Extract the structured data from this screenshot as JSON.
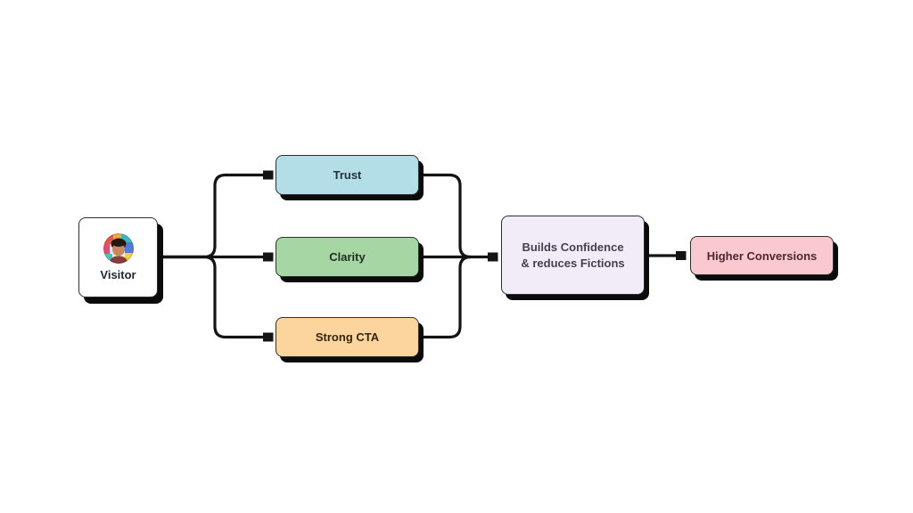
{
  "diagram": {
    "background_color": "#ffffff",
    "nodes": {
      "visitor": {
        "label": "Visitor",
        "fill": "#ffffff",
        "icon": "visitor-avatar-photo"
      },
      "trust": {
        "label": "Trust",
        "fill": "#b3dee8"
      },
      "clarity": {
        "label": "Clarity",
        "fill": "#a6d6a3"
      },
      "strong_cta": {
        "label": "Strong CTA",
        "fill": "#fbd49e"
      },
      "builds_confidence": {
        "label_line1": "Builds Confidence",
        "label_line2": "& reduces Fictions",
        "fill": "#f2ecf9"
      },
      "higher_conversions": {
        "label": "Higher Conversions",
        "fill": "#f9c9cf"
      }
    },
    "edges": [
      {
        "from": "visitor",
        "to": "trust"
      },
      {
        "from": "visitor",
        "to": "clarity"
      },
      {
        "from": "visitor",
        "to": "strong_cta"
      },
      {
        "from": "trust",
        "to": "builds_confidence"
      },
      {
        "from": "clarity",
        "to": "builds_confidence"
      },
      {
        "from": "strong_cta",
        "to": "builds_confidence"
      },
      {
        "from": "builds_confidence",
        "to": "higher_conversions"
      }
    ],
    "colors": {
      "connector": "#141414",
      "node_border": "#2f2f2f",
      "node_shadow": "#0b0b0b"
    }
  }
}
